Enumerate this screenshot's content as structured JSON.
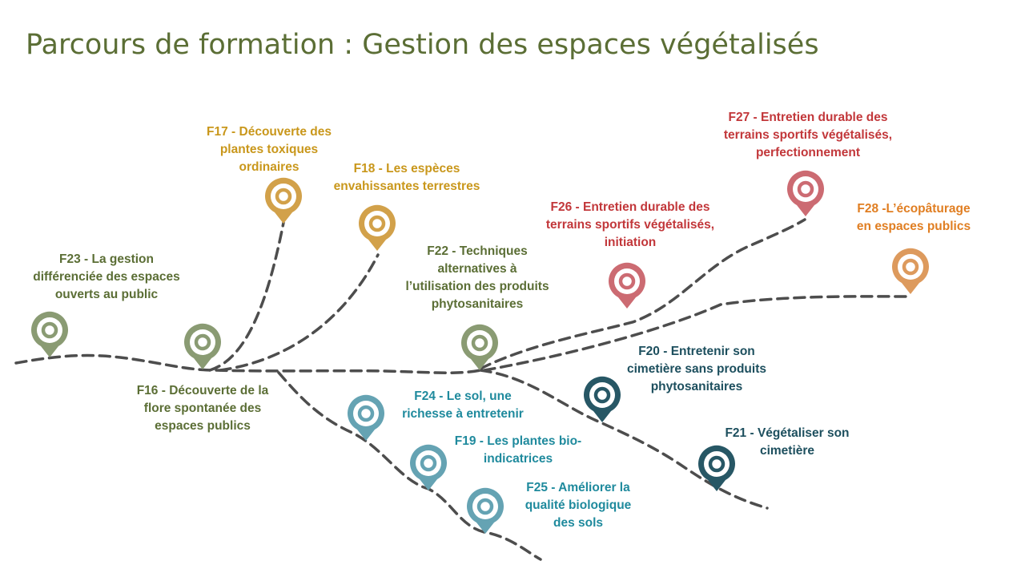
{
  "title": "Parcours de formation : Gestion des espaces végétalisés",
  "colors": {
    "title": "#5b6e35",
    "olive_label": "#5b6e35",
    "olive_pin": "#8a9b73",
    "gold": "#d2a14a",
    "gold_label": "#c9971b",
    "red_pin": "#cc6b72",
    "red_label": "#c2373a",
    "orange_pin": "#dd9a5d",
    "orange_label": "#e07e22",
    "teal_pin": "#65a3b3",
    "teal_label": "#1f8a9d",
    "navy_pin": "#275765",
    "navy_label": "#1d4f5e",
    "path": "#4d4d4d"
  },
  "modules": [
    {
      "id": "F23",
      "lines": [
        "F23 - La gestion",
        "différenciée des espaces",
        "ouverts au public"
      ]
    },
    {
      "id": "F17",
      "lines": [
        "F17 - Découverte des",
        "plantes toxiques",
        "ordinaires"
      ]
    },
    {
      "id": "F18",
      "lines": [
        "F18 - Les espèces",
        "envahissantes terrestres"
      ]
    },
    {
      "id": "F16",
      "lines": [
        "F16 - Découverte de la",
        "flore spontanée des",
        "espaces publics"
      ]
    },
    {
      "id": "F22",
      "lines": [
        "F22 - Techniques",
        "alternatives à",
        "l’utilisation des produits",
        "phytosanitaires"
      ]
    },
    {
      "id": "F26",
      "lines": [
        "F26 - Entretien durable des",
        "terrains sportifs végétalisés,",
        "initiation"
      ]
    },
    {
      "id": "F27",
      "lines": [
        "F27 - Entretien durable des",
        "terrains sportifs végétalisés,",
        "perfectionnement"
      ]
    },
    {
      "id": "F28",
      "lines": [
        "F28 -L’écopâturage",
        "en espaces publics"
      ]
    },
    {
      "id": "F20",
      "lines": [
        "F20 - Entretenir son",
        "cimetière sans produits",
        "phytosanitaires"
      ]
    },
    {
      "id": "F21",
      "lines": [
        "F21 - Végétaliser son",
        "cimetière"
      ]
    },
    {
      "id": "F24",
      "lines": [
        "F24 - Le sol, une",
        "richesse à entretenir"
      ]
    },
    {
      "id": "F19",
      "lines": [
        "F19 - Les plantes bio-",
        "indicatrices"
      ]
    },
    {
      "id": "F25",
      "lines": [
        "F25 - Améliorer la",
        "qualité biologique",
        "des sols"
      ]
    }
  ]
}
